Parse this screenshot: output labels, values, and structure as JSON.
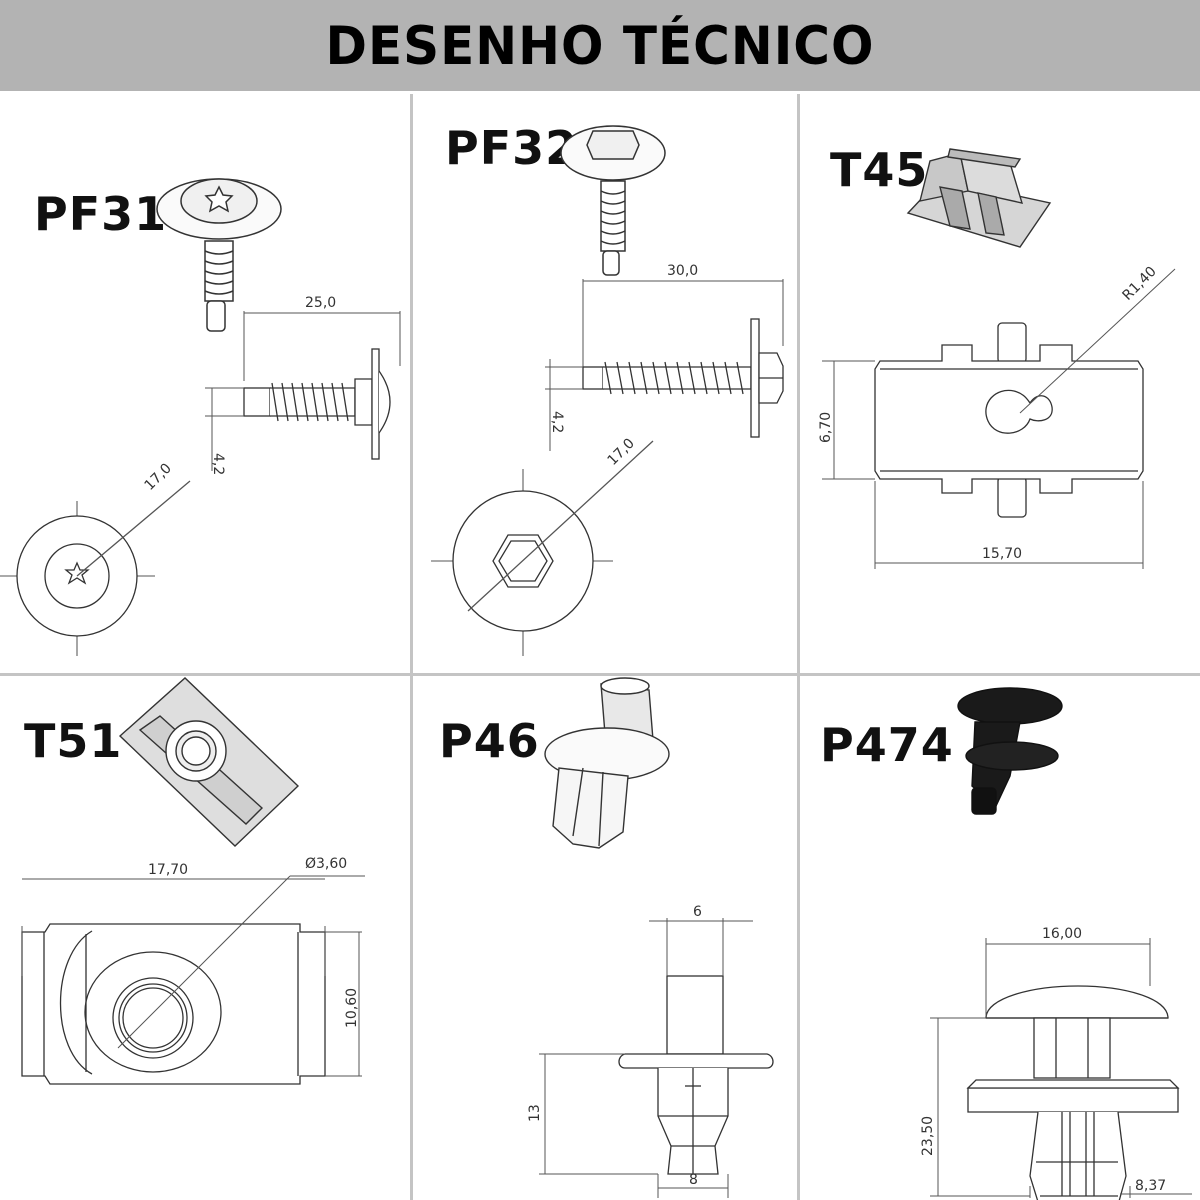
{
  "header": {
    "title": "DESENHO TÉCNICO"
  },
  "parts": {
    "pf31": {
      "label": "PF31",
      "dims": {
        "length": "25,0",
        "shank_dia": "4,2",
        "head_dia": "17,0"
      }
    },
    "pf32": {
      "label": "PF32",
      "dims": {
        "length": "30,0",
        "shank_dia": "4,2",
        "head_dia": "17,0"
      }
    },
    "t45": {
      "label": "T45",
      "dims": {
        "radius": "R1,40",
        "height": "6,70",
        "width": "15,70"
      }
    },
    "t51": {
      "label": "T51",
      "dims": {
        "width": "17,70",
        "hole_dia": "Ø3,60",
        "height": "10,60"
      }
    },
    "p46": {
      "label": "P46",
      "dims": {
        "stem_dia": "6",
        "height": "13",
        "base": "8"
      }
    },
    "p474": {
      "label": "P474",
      "dims": {
        "head_dia": "16,00",
        "height": "23,50",
        "base": "8,37"
      }
    }
  },
  "colors": {
    "header_bg": "#b3b3b3",
    "divider": "#c4c4c4",
    "line": "#333333"
  }
}
